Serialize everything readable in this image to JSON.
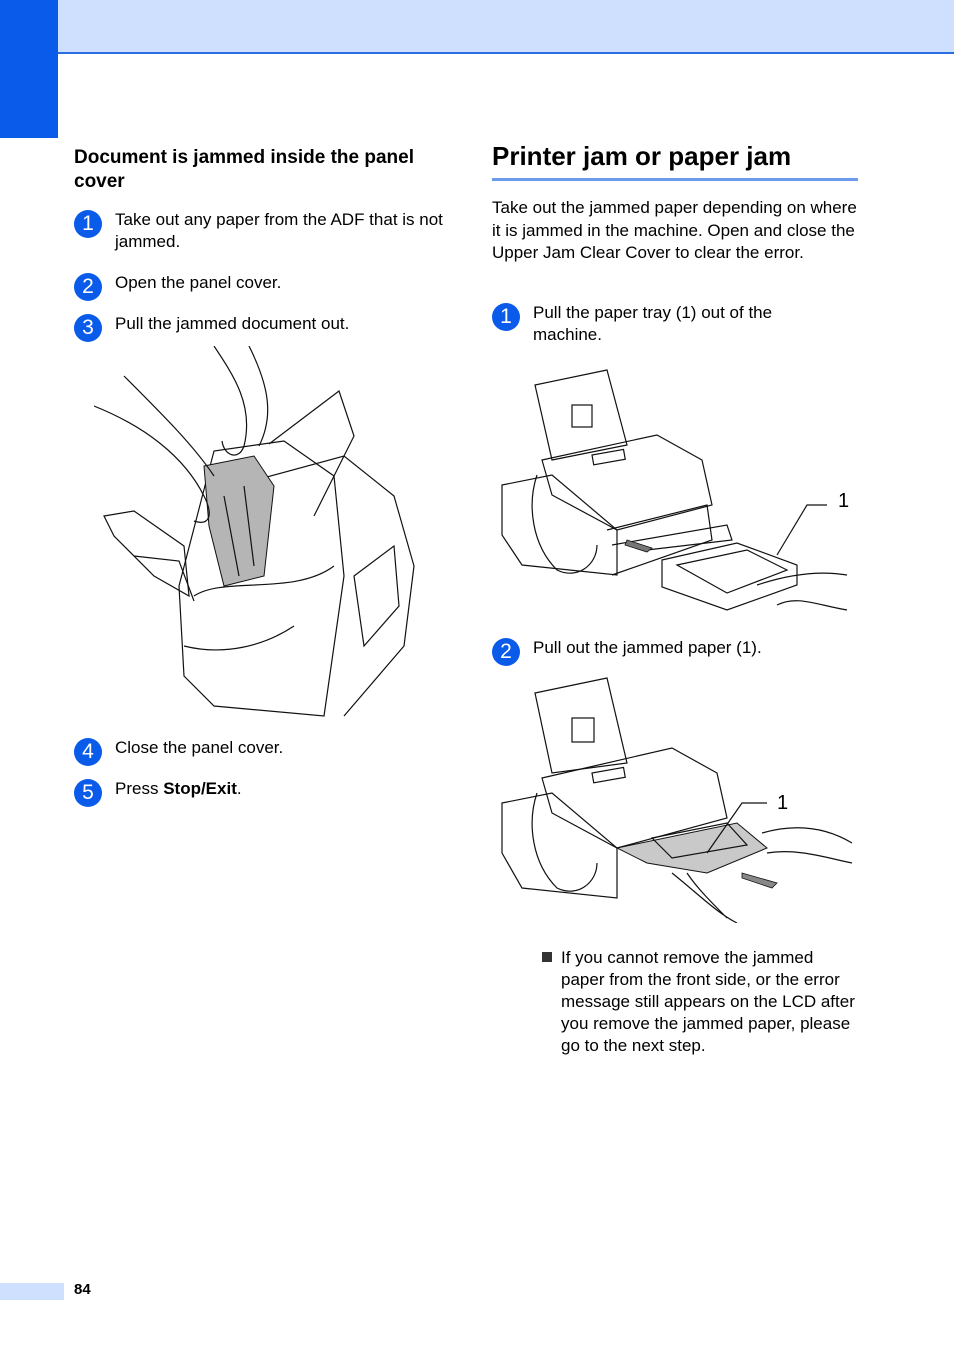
{
  "left": {
    "heading": "Document is jammed inside the panel cover",
    "steps": [
      {
        "num": "1",
        "text": "Take out any paper from the ADF that is not jammed."
      },
      {
        "num": "2",
        "text": "Open the panel cover."
      },
      {
        "num": "3",
        "text": "Pull the jammed document out."
      },
      {
        "num": "4",
        "text": "Close the panel cover."
      },
      {
        "num": "5",
        "text_prefix": "Press ",
        "text_bold": "Stop/Exit",
        "text_suffix": "."
      }
    ]
  },
  "right": {
    "title": "Printer jam or paper jam",
    "intro": "Take out the jammed paper depending on where it is jammed in the machine. Open and close the Upper Jam Clear Cover to clear the error.",
    "steps": [
      {
        "num": "1",
        "text": "Pull the paper tray (1) out of the machine."
      },
      {
        "num": "2",
        "text": "Pull out the jammed paper (1)."
      }
    ],
    "callout_1": "1",
    "callout_2": "1",
    "note": "If you cannot remove the jammed paper from the front side, or the error message still appears on the LCD after you remove the jammed paper, please go to the next step."
  },
  "footer": {
    "page_number": "84"
  },
  "colors": {
    "accent": "#0a5bea",
    "band": "#cfe0ff",
    "rule": "#6c9bee"
  }
}
